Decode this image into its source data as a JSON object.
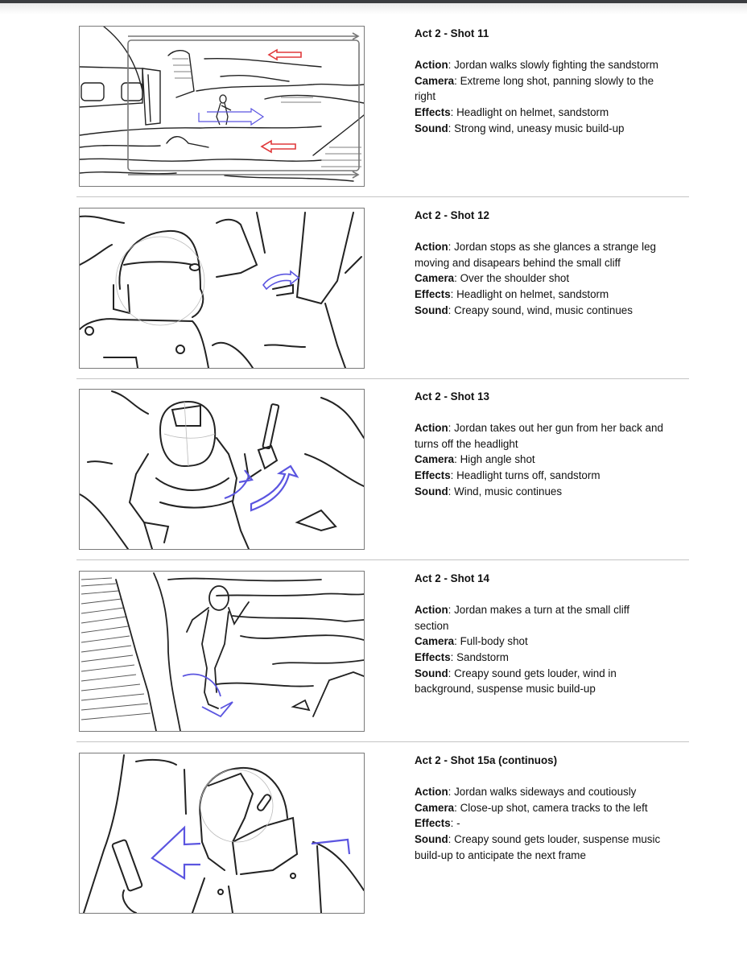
{
  "document": {
    "type": "storyboard",
    "label_names": {
      "action": "Action",
      "camera": "Camera",
      "effects": "Effects",
      "sound": "Sound"
    },
    "shots": [
      {
        "title": "Act 2 - Shot 11",
        "action": "Jordan walks slowly fighting the sandstorm",
        "camera": "Extreme long shot, panning slowly to the right",
        "effects": "Headlight on helmet, sandstorm",
        "sound": "Strong wind, uneasy music build-up",
        "sketch": "wide desert landscape with vehicle, small figure walking, pan frame with arrows"
      },
      {
        "title": "Act 2 - Shot 12",
        "action": "Jordan stops as she glances a strange leg moving and disapears behind the small cliff",
        "camera": "Over the shoulder shot",
        "effects": "Headlight on helmet, sandstorm",
        "sound": "Creapy sound, wind, music continues",
        "sketch": "over-the-shoulder helmet view toward cliff, blue curved arrow"
      },
      {
        "title": "Act 2 - Shot 13",
        "action": "Jordan takes out her gun from her back and turns off the headlight",
        "camera": "High angle shot",
        "effects": "Headlight turns off, sandstorm",
        "sound": "Wind, music continues",
        "sketch": "high angle of armored figure raising gun, blue motion arrows"
      },
      {
        "title": "Act 2 - Shot 14",
        "action": "Jordan makes a turn at the small cliff section",
        "camera": "Full-body shot",
        "effects": "Sandstorm",
        "sound": "Creapy sound gets louder, wind in background, suspense music build-up",
        "sketch": "full body figure beside cliff, blue down-turn arrow"
      },
      {
        "title": "Act 2 - Shot 15a (continuos)",
        "action": "Jordan walks sideways and coutiously",
        "camera": "Close-up shot, camera tracks to the left",
        "effects": "-",
        "sound": "Creapy sound gets louder, suspense music build-up to anticipate the next frame",
        "sketch": "close-up of helmet and gun, large blue left arrow"
      }
    ]
  },
  "colors": {
    "motion_arrow": "#5b55e0",
    "pan_arrow": "#e0393b",
    "frame_border": "#7a7a7a",
    "divider": "#c4c4c4",
    "top_bar": "#3b3d40"
  }
}
